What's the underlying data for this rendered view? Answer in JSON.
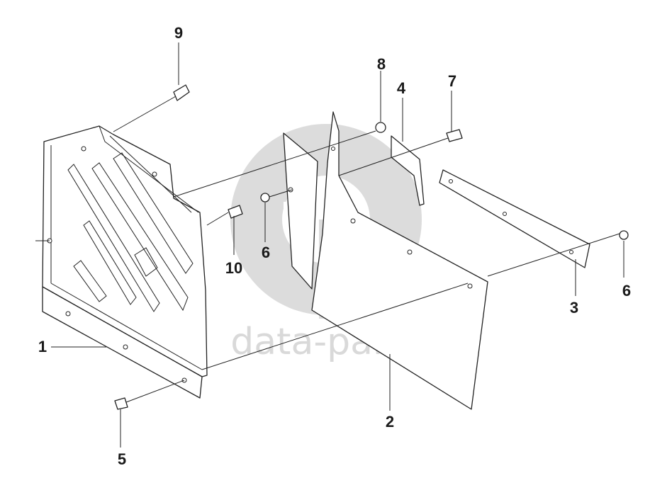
{
  "watermark": {
    "text": "data-parts",
    "color": "#d9d9d9"
  },
  "callouts": {
    "c1": "1",
    "c2": "2",
    "c3": "3",
    "c4": "4",
    "c5": "5",
    "c6a": "6",
    "c6b": "6",
    "c7": "7",
    "c8": "8",
    "c9": "9",
    "c10": "10"
  }
}
